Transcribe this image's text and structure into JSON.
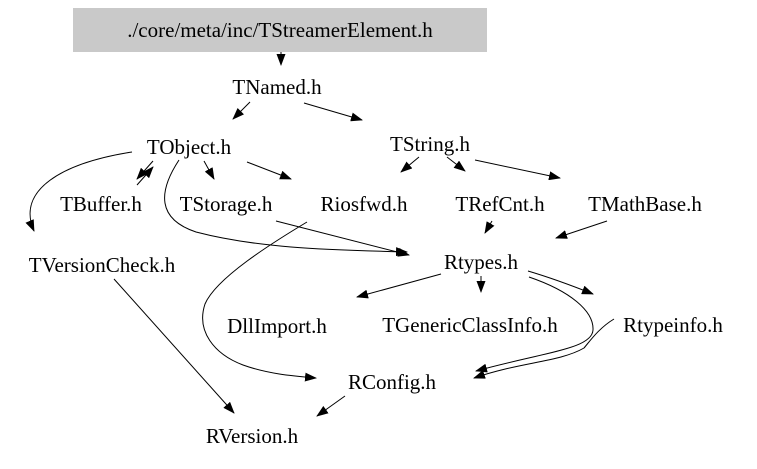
{
  "diagram": {
    "type": "include-dependency-graph",
    "colors": {
      "background": "#ffffff",
      "root_node_fill": "#c9c9c9",
      "node_fill": "#ffffff",
      "edge": "#000000",
      "text": "#000000"
    },
    "nodes": [
      {
        "id": "root",
        "label": "./core/meta/inc/TStreamerElement.h"
      },
      {
        "id": "tnamed",
        "label": "TNamed.h"
      },
      {
        "id": "tobject",
        "label": "TObject.h"
      },
      {
        "id": "tstring",
        "label": "TString.h"
      },
      {
        "id": "tbuffer",
        "label": "TBuffer.h"
      },
      {
        "id": "tstorage",
        "label": "TStorage.h"
      },
      {
        "id": "riosfwd",
        "label": "Riosfwd.h"
      },
      {
        "id": "trefcnt",
        "label": "TRefCnt.h"
      },
      {
        "id": "tmathbase",
        "label": "TMathBase.h"
      },
      {
        "id": "tversioncheck",
        "label": "TVersionCheck.h"
      },
      {
        "id": "rtypes",
        "label": "Rtypes.h"
      },
      {
        "id": "dllimport",
        "label": "DllImport.h"
      },
      {
        "id": "tgenericclassinfo",
        "label": "TGenericClassInfo.h"
      },
      {
        "id": "rtypeinfo",
        "label": "Rtypeinfo.h"
      },
      {
        "id": "rconfig",
        "label": "RConfig.h"
      },
      {
        "id": "rversion",
        "label": "RVersion.h"
      }
    ],
    "edges": [
      {
        "from": "root",
        "to": "tnamed"
      },
      {
        "from": "tnamed",
        "to": "tobject"
      },
      {
        "from": "tnamed",
        "to": "tstring"
      },
      {
        "from": "tobject",
        "to": "tbuffer"
      },
      {
        "from": "tbuffer",
        "to": "tobject"
      },
      {
        "from": "tobject",
        "to": "tstorage"
      },
      {
        "from": "tobject",
        "to": "riosfwd"
      },
      {
        "from": "tobject",
        "to": "tversioncheck"
      },
      {
        "from": "tobject",
        "to": "rtypes"
      },
      {
        "from": "tstorage",
        "to": "rtypes"
      },
      {
        "from": "tstring",
        "to": "riosfwd"
      },
      {
        "from": "tstring",
        "to": "trefcnt"
      },
      {
        "from": "tstring",
        "to": "tmathbase"
      },
      {
        "from": "trefcnt",
        "to": "rtypes"
      },
      {
        "from": "tmathbase",
        "to": "rtypes"
      },
      {
        "from": "rtypes",
        "to": "dllimport"
      },
      {
        "from": "rtypes",
        "to": "tgenericclassinfo"
      },
      {
        "from": "rtypes",
        "to": "rtypeinfo"
      },
      {
        "from": "rtypes",
        "to": "rconfig"
      },
      {
        "from": "rtypeinfo",
        "to": "rconfig"
      },
      {
        "from": "riosfwd",
        "to": "rconfig"
      },
      {
        "from": "rconfig",
        "to": "rversion"
      },
      {
        "from": "tversioncheck",
        "to": "rversion"
      }
    ]
  }
}
